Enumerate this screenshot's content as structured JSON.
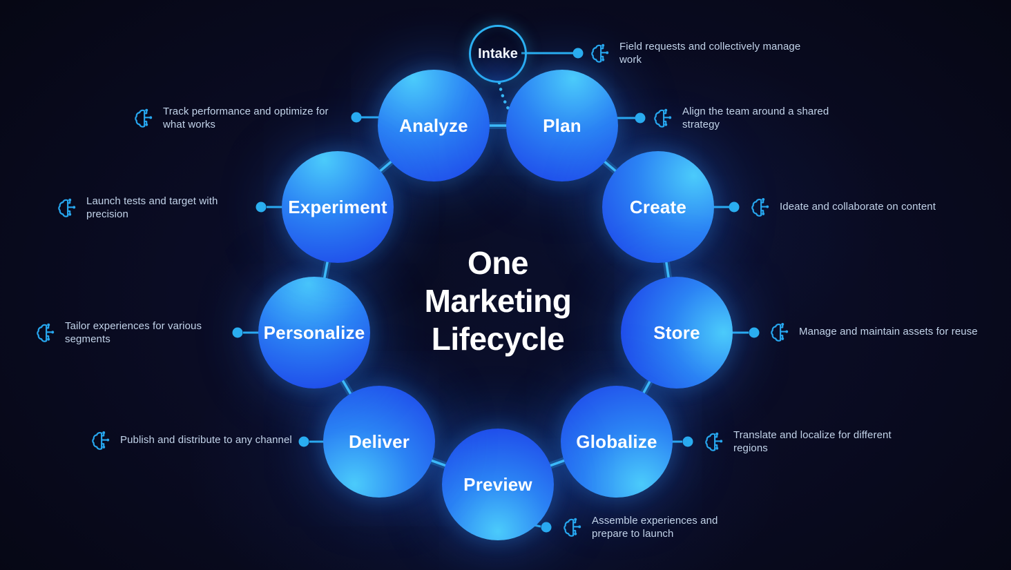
{
  "center_title": {
    "lines": [
      "One",
      "Marketing",
      "Lifecycle"
    ]
  },
  "intake": {
    "label": "Intake",
    "description": "Field requests and collectively manage work"
  },
  "stages": [
    {
      "id": "analyze",
      "label": "Analyze",
      "description": "Track performance and optimize for what works"
    },
    {
      "id": "plan",
      "label": "Plan",
      "description": "Align the team around a shared strategy"
    },
    {
      "id": "create",
      "label": "Create",
      "description": "Ideate and collaborate on content"
    },
    {
      "id": "store",
      "label": "Store",
      "description": "Manage and maintain assets for reuse"
    },
    {
      "id": "globalize",
      "label": "Globalize",
      "description": "Translate and localize for different regions"
    },
    {
      "id": "preview",
      "label": "Preview",
      "description": "Assemble experiences and prepare to launch"
    },
    {
      "id": "deliver",
      "label": "Deliver",
      "description": "Publish and distribute to any channel"
    },
    {
      "id": "personalize",
      "label": "Personalize",
      "description": "Tailor experiences for various segments"
    },
    {
      "id": "experiment",
      "label": "Experiment",
      "description": "Launch tests and target with precision"
    }
  ],
  "icons": {
    "item_icon": "brain-circuit-icon"
  },
  "colors": {
    "background": "#0A0C24",
    "accent_cyan": "#2CB4EF",
    "ring_cyan": "#4AD9F9",
    "circle_gradient_light": "#4BCBFB",
    "circle_gradient_dark": "#1D40E8",
    "description_text": "#C3D4EA",
    "title_text": "#FFFFFF"
  }
}
